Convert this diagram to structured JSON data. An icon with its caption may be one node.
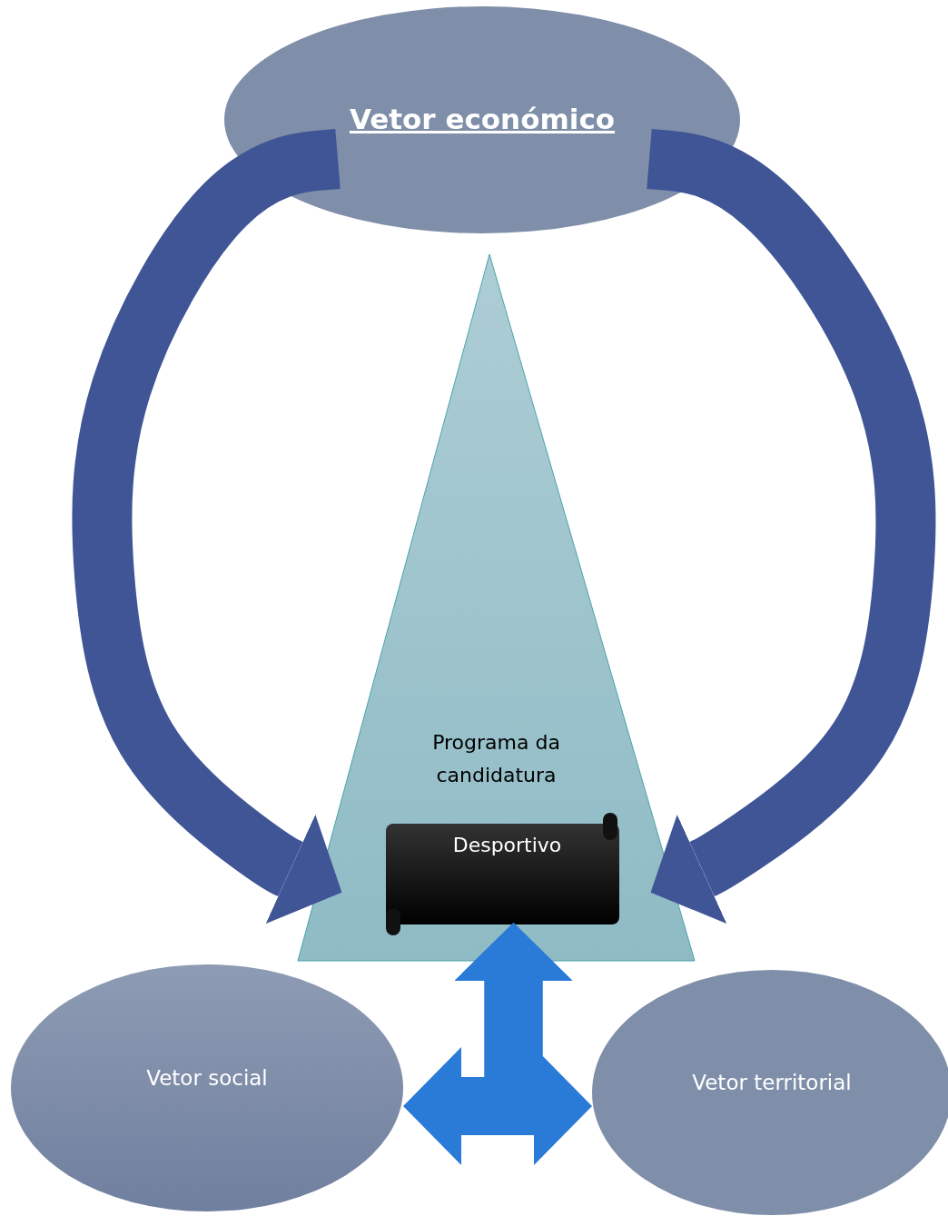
{
  "diagram": {
    "nodes": [
      {
        "text": [
          "Vetor económico"
        ]
      },
      {
        "text": [
          "Programa da candidatura"
        ]
      },
      {
        "text": [
          "Desportivo"
        ],
        "in": 1
      },
      {
        "text": [
          "Vetor social"
        ]
      },
      {
        "text": [
          "Vetor territorial"
        ]
      }
    ],
    "edges": [
      {
        "from": 0,
        "to": 1,
        "arrow": "to"
      },
      {
        "from": 0,
        "to": 1,
        "arrow": "to"
      },
      {
        "from": 3,
        "to": 2,
        "arrow": "both",
        "color": "#2a7ad8"
      },
      {
        "from": 4,
        "to": 2,
        "arrow": "both",
        "color": "#2a7ad8"
      }
    ]
  }
}
